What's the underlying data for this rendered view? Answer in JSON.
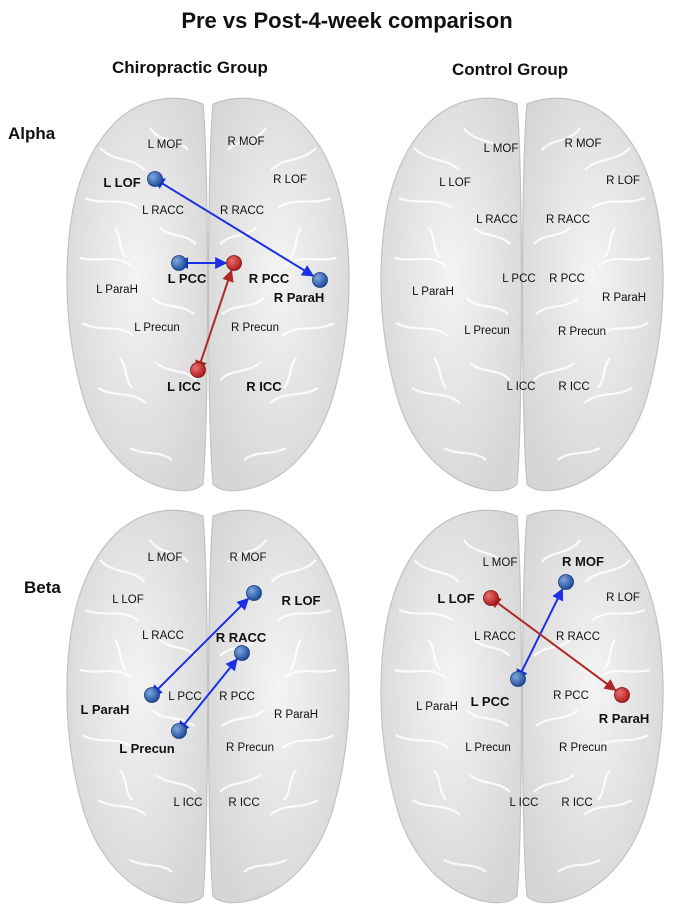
{
  "title": "Pre vs Post-4-week comparison",
  "columns": [
    "Chiropractic Group",
    "Control Group"
  ],
  "rows": [
    "Alpha",
    "Beta"
  ],
  "colors": {
    "increase": "#1a2fe6",
    "decrease": "#b02828",
    "node_blue": "#1f4f9a",
    "node_red": "#b01e1e"
  },
  "panels": [
    {
      "labels": [
        {
          "text": "L MOF"
        },
        {
          "text": "R MOF"
        },
        {
          "text": "L LOF",
          "bold": true
        },
        {
          "text": "R LOF"
        },
        {
          "text": "L RACC"
        },
        {
          "text": "R RACC"
        },
        {
          "text": "L PCC",
          "bold": true
        },
        {
          "text": "R PCC",
          "bold": true
        },
        {
          "text": "L ParaH"
        },
        {
          "text": "R ParaH",
          "bold": true
        },
        {
          "text": "L Precun"
        },
        {
          "text": "R Precun"
        },
        {
          "text": "L ICC",
          "bold": true
        },
        {
          "text": "R ICC",
          "bold": true
        }
      ],
      "connections": [
        {
          "from": "L LOF",
          "to": "R ParaH",
          "color": "blue"
        },
        {
          "from": "L PCC",
          "to": "R PCC",
          "color": "blue"
        },
        {
          "from": "L ICC",
          "to": "R PCC",
          "color": "red"
        }
      ]
    },
    {
      "labels": [
        {
          "text": "L MOF"
        },
        {
          "text": "R MOF"
        },
        {
          "text": "L LOF"
        },
        {
          "text": "R LOF"
        },
        {
          "text": "L RACC"
        },
        {
          "text": "R RACC"
        },
        {
          "text": "L PCC"
        },
        {
          "text": "R PCC"
        },
        {
          "text": "L ParaH"
        },
        {
          "text": "R ParaH"
        },
        {
          "text": "L Precun"
        },
        {
          "text": "R Precun"
        },
        {
          "text": "L ICC"
        },
        {
          "text": "R ICC"
        }
      ],
      "connections": []
    },
    {
      "labels": [
        {
          "text": "L MOF"
        },
        {
          "text": "R MOF"
        },
        {
          "text": "L LOF"
        },
        {
          "text": "R LOF",
          "bold": true
        },
        {
          "text": "L RACC"
        },
        {
          "text": "R RACC",
          "bold": true
        },
        {
          "text": "L PCC"
        },
        {
          "text": "R PCC"
        },
        {
          "text": "L ParaH",
          "bold": true
        },
        {
          "text": "R ParaH"
        },
        {
          "text": "L Precun",
          "bold": true
        },
        {
          "text": "R Precun"
        },
        {
          "text": "L ICC"
        },
        {
          "text": "R ICC"
        }
      ],
      "connections": [
        {
          "from": "L ParaH",
          "to": "R LOF",
          "color": "blue"
        },
        {
          "from": "L Precun",
          "to": "R RACC",
          "color": "blue"
        }
      ]
    },
    {
      "labels": [
        {
          "text": "L MOF"
        },
        {
          "text": "R MOF",
          "bold": true
        },
        {
          "text": "L LOF",
          "bold": true
        },
        {
          "text": "R LOF"
        },
        {
          "text": "L RACC"
        },
        {
          "text": "R RACC"
        },
        {
          "text": "L PCC",
          "bold": true
        },
        {
          "text": "R PCC"
        },
        {
          "text": "L ParaH"
        },
        {
          "text": "R ParaH",
          "bold": true
        },
        {
          "text": "L Precun"
        },
        {
          "text": "R Precun"
        },
        {
          "text": "L ICC"
        },
        {
          "text": "R ICC"
        }
      ],
      "connections": [
        {
          "from": "L PCC",
          "to": "R MOF",
          "color": "blue"
        },
        {
          "from": "L LOF",
          "to": "R ParaH",
          "color": "red"
        }
      ]
    }
  ]
}
